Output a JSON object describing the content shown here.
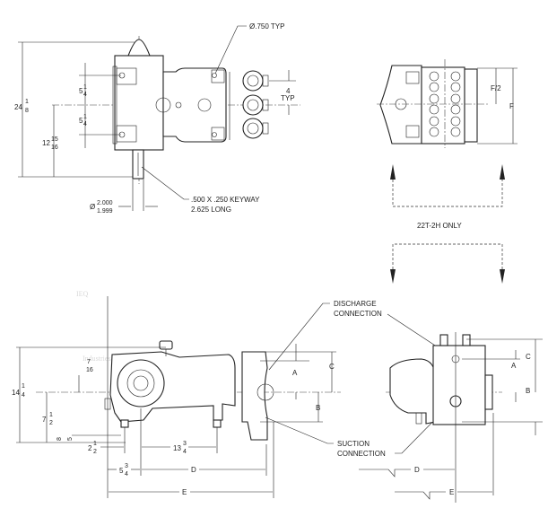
{
  "watermark": {
    "logo": "IEQ",
    "subtitle": "Industries"
  },
  "top_view": {
    "overall_height": {
      "whole": "24",
      "num": "1",
      "den": "8"
    },
    "upper_offset": {
      "whole": "5",
      "num": "1",
      "den": "4"
    },
    "lower_offset": {
      "whole": "5",
      "num": "1",
      "den": "4"
    },
    "centerline_height": {
      "whole": "12",
      "num": "15",
      "den": "16"
    },
    "hole_callout": "Ø.750 TYP",
    "spacing_value": "4",
    "spacing_typ": "TYP",
    "shaft_dia_symbol": "Ø",
    "shaft_dia_max": "2.000",
    "shaft_dia_min": "1.999",
    "keyway_line1": ".500 X .250 KEYWAY",
    "keyway_line2": "2.625 LONG"
  },
  "end_view": {
    "f_half": "F/2",
    "f": "F",
    "note": "22T-2H ONLY"
  },
  "side_view": {
    "overall_height": {
      "whole": "14",
      "num": "1",
      "den": "4"
    },
    "top_offset": {
      "whole": "",
      "num": "7",
      "den": "16"
    },
    "shaft_height": {
      "whole": "7",
      "num": "1",
      "den": "2"
    },
    "foot_height": {
      "whole": "",
      "num": "5",
      "den": "8"
    },
    "foot_offset": {
      "whole": "2",
      "num": "1",
      "den": "2"
    },
    "foot_spacing": {
      "whole": "13",
      "num": "3",
      "den": "4"
    },
    "shaft_offset": {
      "whole": "5",
      "num": "3",
      "den": "4"
    },
    "dim_a": "A",
    "dim_b": "B",
    "dim_c": "C",
    "dim_d": "D",
    "dim_e": "E"
  },
  "connections": {
    "discharge_line1": "DISCHARGE",
    "discharge_line2": "CONNECTION",
    "suction_line1": "SUCTION",
    "suction_line2": "CONNECTION"
  },
  "right_view": {
    "dim_a": "A",
    "dim_b": "B",
    "dim_c": "C",
    "dim_d": "D",
    "dim_e": "E"
  }
}
